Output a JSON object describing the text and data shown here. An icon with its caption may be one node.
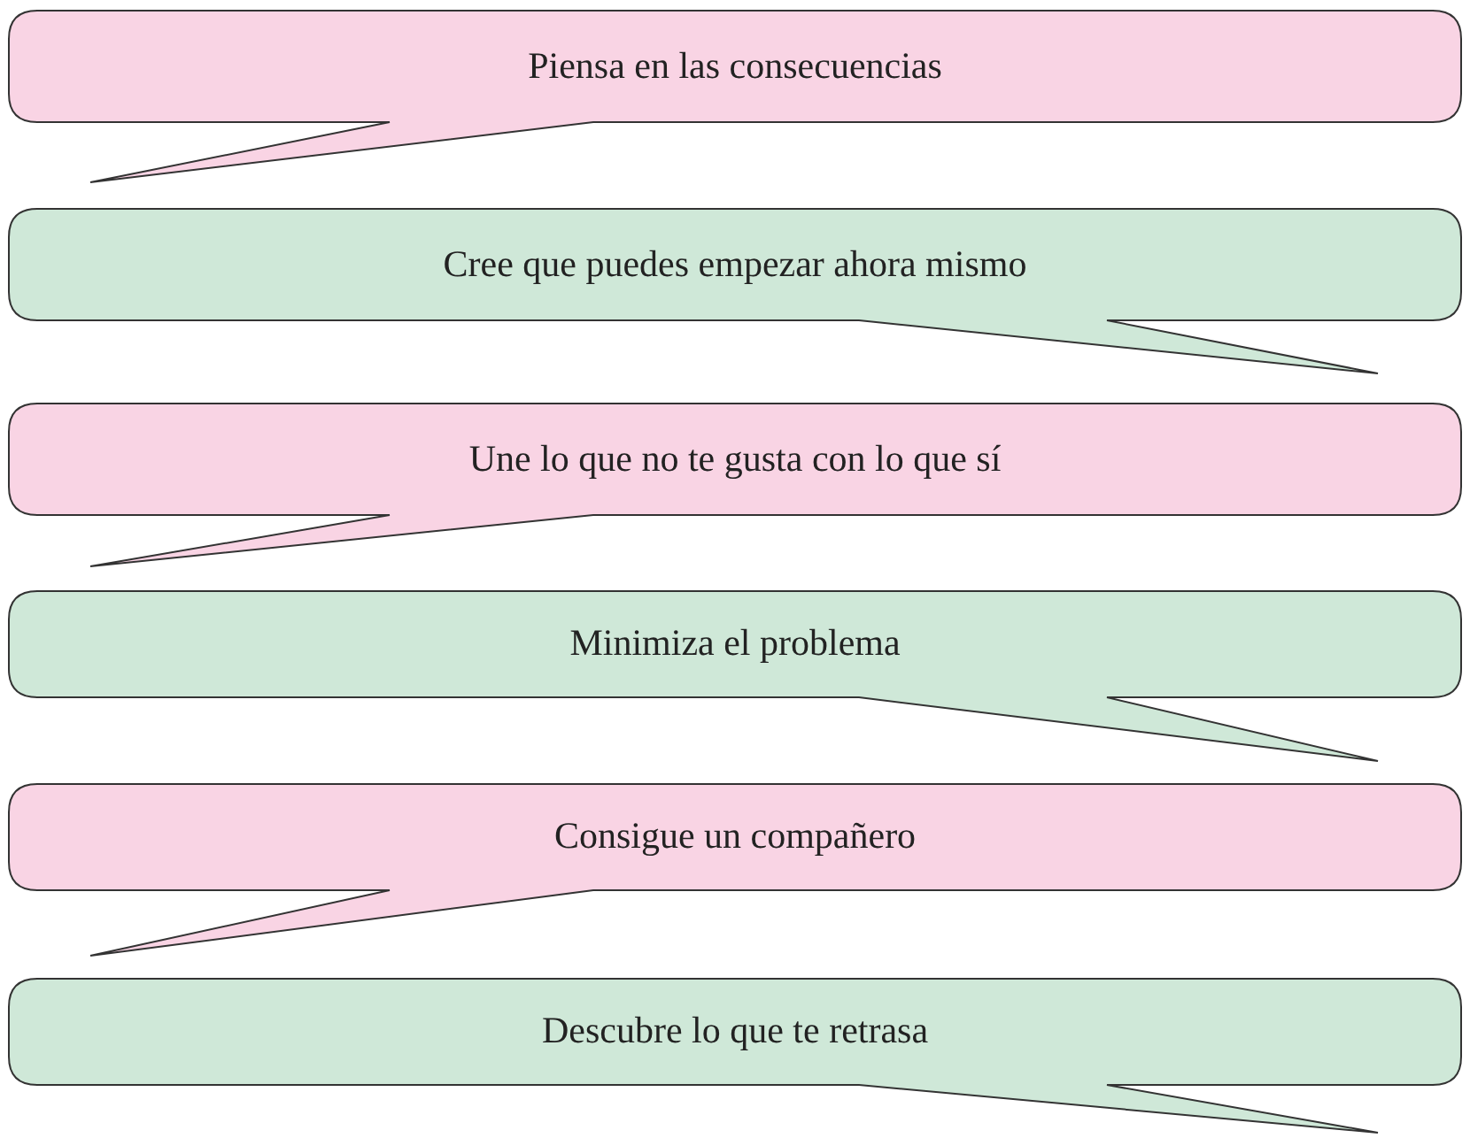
{
  "diagram": {
    "nodes": [
      {
        "text": [
          "Piensa en las consecuencias"
        ]
      },
      {
        "text": [
          "Cree que puedes empezar ahora mismo"
        ]
      },
      {
        "text": [
          "Une lo que no te gusta con lo que sí"
        ]
      },
      {
        "text": [
          "Minimiza el problema"
        ]
      },
      {
        "text": [
          "Consigue un compañero"
        ]
      },
      {
        "text": [
          "Descubre lo que te retrasa"
        ]
      }
    ],
    "edges": []
  }
}
